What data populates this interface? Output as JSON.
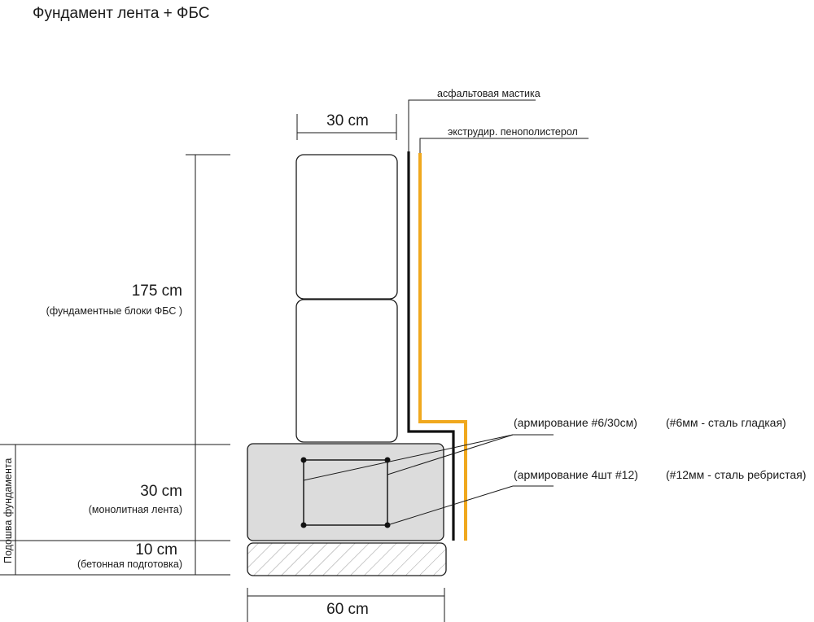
{
  "title": "Фундамент лента + ФБС",
  "dimensions": {
    "block_width": "30 cm",
    "base_width": "60 cm",
    "blocks_height": "175 cm",
    "blocks_caption": "(фундаментные блоки ФБС )",
    "strip_height": "30 cm",
    "strip_caption": "(монолитная лента)",
    "prep_height": "10 cm",
    "prep_caption": "(бетонная подготовка)",
    "sole_label": "Подошва фундамента"
  },
  "layers": {
    "mastic": "асфальтовая мастика",
    "foam": "экструдир. пенополистерол"
  },
  "reinforcement": {
    "stirrups": "(армирование  #6/30см)",
    "stirrups_note": "(#6мм - сталь гладкая)",
    "bars": "(армирование  4шт #12)",
    "bars_note": "(#12мм - сталь ребристая)"
  },
  "colors": {
    "concrete": "#dcdcdc",
    "foam": "#f0a81e",
    "mastic": "#111111",
    "line": "#1a1a1a"
  }
}
